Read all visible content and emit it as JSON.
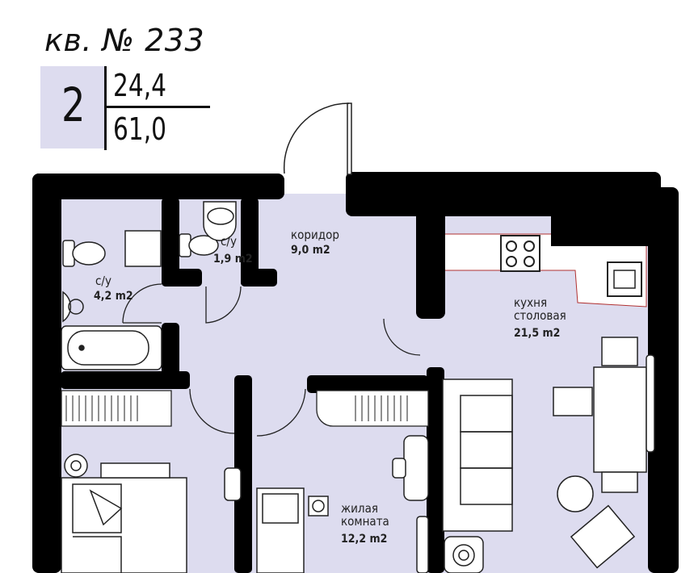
{
  "apartment": {
    "title": "кв. № 233",
    "rooms": "2",
    "living_area": "24,4",
    "total_area": "61,0"
  },
  "rooms": [
    {
      "id": "corridor",
      "name": "коридор",
      "area": "9,0 m2"
    },
    {
      "id": "bathroom-large",
      "name": "с/у",
      "area": "4,2 m2"
    },
    {
      "id": "bathroom-small",
      "name": "с/у",
      "area": "1,9 m2"
    },
    {
      "id": "kitchen",
      "name_line1": "кухня",
      "name_line2": "столовая",
      "area": "21,5 m2"
    },
    {
      "id": "living-room",
      "name_line1": "жилая",
      "name_line2": "комната",
      "area": "12,2 m2"
    }
  ],
  "colors": {
    "floor": "#dddcef",
    "wall": "#000000",
    "kitchen_counter_accent": "#b03030",
    "fixture_fill": "#ffffff",
    "line": "#222222"
  }
}
